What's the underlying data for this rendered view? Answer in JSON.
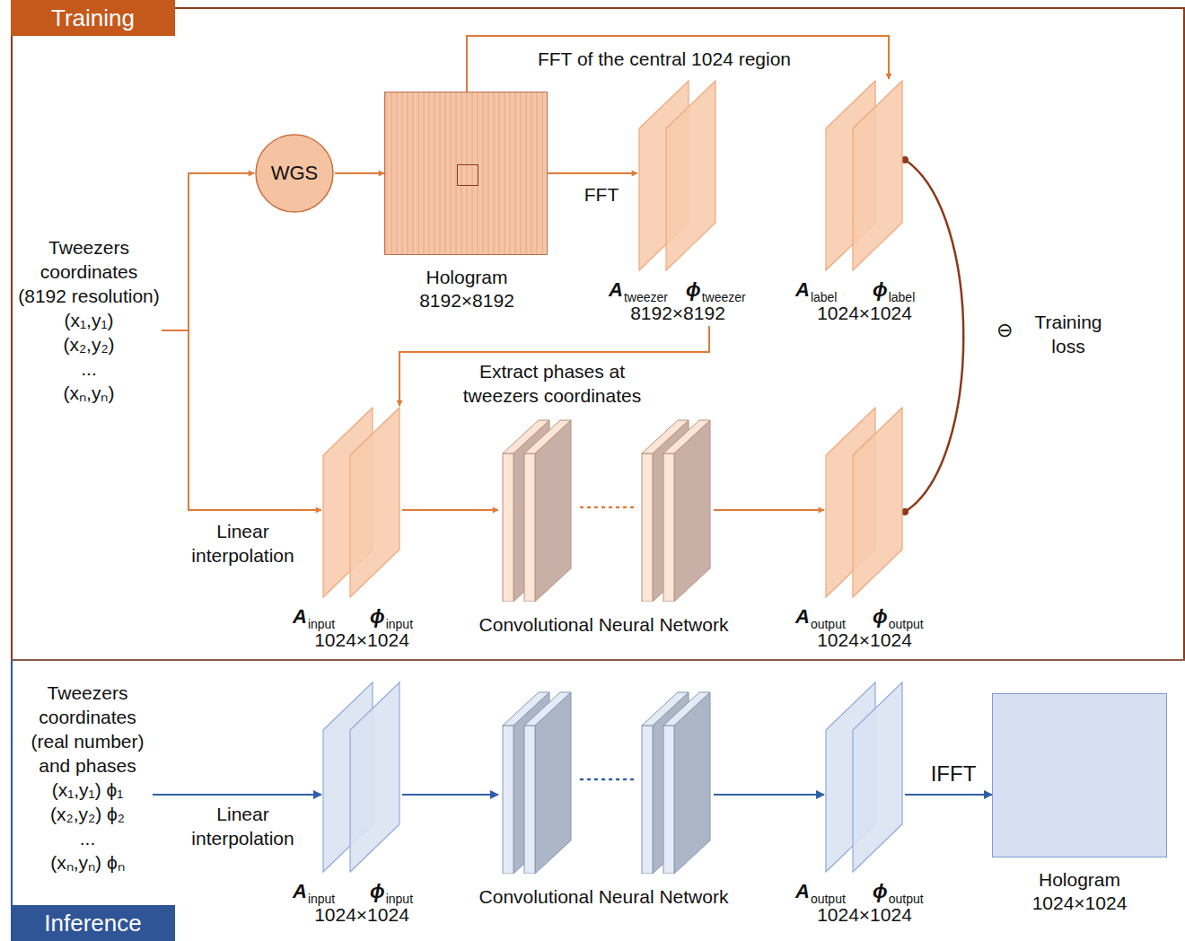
{
  "diagram": {
    "nodes": [
      {
        "text": [
          "Training"
        ]
      },
      {
        "text": [
          "Tweezers coordinates (8192 resolution)",
          "(x₁,y₁)",
          "(x₂,y₂)",
          "...",
          "(xₙ,yₙ)"
        ],
        "in": 0
      },
      {
        "text": [
          "WGS"
        ],
        "in": 0
      },
      {
        "text": [
          "Hologram",
          "8192×8192"
        ],
        "in": 0
      },
      {
        "text": [
          "A",
          "tweezer",
          "ϕ",
          "tweezer",
          "8192×8192"
        ],
        "in": 0
      },
      {
        "text": [
          "A",
          "label",
          "ϕ",
          "label",
          "1024×1024"
        ],
        "in": 0
      },
      {
        "text": [
          "A",
          "input",
          "ϕ",
          "input",
          "1024×1024"
        ],
        "in": 0
      },
      {
        "text": [
          "Convolutional Neural Network"
        ],
        "in": 0
      },
      {
        "text": [
          "A",
          "output",
          "ϕ",
          "output",
          "1024×1024"
        ],
        "in": 0
      },
      {
        "text": [
          "Inference"
        ]
      },
      {
        "text": [
          "Tweezers coordinates (real number) and phases",
          "(x₁,y₁) ϕ₁",
          "(x₂,y₂) ϕ₂",
          "...",
          "(xₙ,yₙ) ϕₙ"
        ],
        "in": 9
      },
      {
        "text": [
          "A",
          "input",
          "ϕ",
          "input",
          "1024×1024"
        ],
        "in": 9
      },
      {
        "text": [
          "Convolutional Neural Network"
        ],
        "in": 9
      },
      {
        "text": [
          "A",
          "output",
          "ϕ",
          "output",
          "1024×1024"
        ],
        "in": 9
      },
      {
        "text": [
          "Hologram",
          "1024×1024"
        ],
        "in": 9
      }
    ],
    "edges": [
      {
        "from": 1,
        "to": 2,
        "arrow": "to"
      },
      {
        "from": 1,
        "to": 6,
        "arrow": "to",
        "label": "Linear interpolation"
      },
      {
        "from": 2,
        "to": 3,
        "arrow": "to"
      },
      {
        "from": 3,
        "to": 4,
        "arrow": "to",
        "label": "FFT"
      },
      {
        "from": 3,
        "to": 5,
        "arrow": "to",
        "label": "FFT of the central 1024 region"
      },
      {
        "from": 4,
        "to": 6,
        "arrow": "to",
        "label": "Extract phases at tweezers coordinates"
      },
      {
        "from": 6,
        "to": 7,
        "arrow": "to"
      },
      {
        "from": 7,
        "to": 8,
        "arrow": "to"
      },
      {
        "from": 5,
        "to": 8,
        "arrow": "none",
        "label": "Training loss"
      },
      {
        "from": 10,
        "to": 11,
        "arrow": "to",
        "label": "Linear interpolation"
      },
      {
        "from": 11,
        "to": 12,
        "arrow": "to"
      },
      {
        "from": 12,
        "to": 13,
        "arrow": "to"
      },
      {
        "from": 13,
        "to": 14,
        "arrow": "to",
        "label": "IFFT"
      }
    ],
    "labels": [
      "⊖"
    ]
  }
}
